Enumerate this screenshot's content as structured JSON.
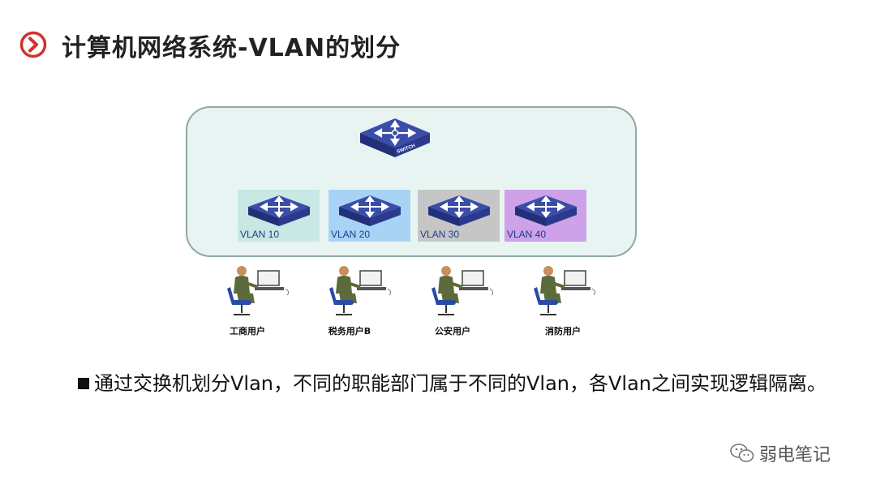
{
  "slide": {
    "title": "计算机网络系统-VLAN的划分",
    "accent_color": "#d0322f",
    "body_text": "通过交换机划分Vlan，不同的职能部门属于不同的Vlan，各Vlan之间实现逻辑隔离。"
  },
  "diagram": {
    "core_switch_label": "SWITCH",
    "vlans": [
      {
        "label": "VLAN 10",
        "color": "#c9e7e3"
      },
      {
        "label": "VLAN 20",
        "color": "#a9d3f5"
      },
      {
        "label": "VLAN 30",
        "color": "#c6c6c6"
      },
      {
        "label": "VLAN 40",
        "color": "#cda2e8"
      }
    ],
    "users": [
      {
        "label": "工商用户"
      },
      {
        "label": "税务用户B"
      },
      {
        "label": "公安用户"
      },
      {
        "label": "消防用户"
      }
    ]
  },
  "watermark": {
    "text": "弱电笔记"
  }
}
